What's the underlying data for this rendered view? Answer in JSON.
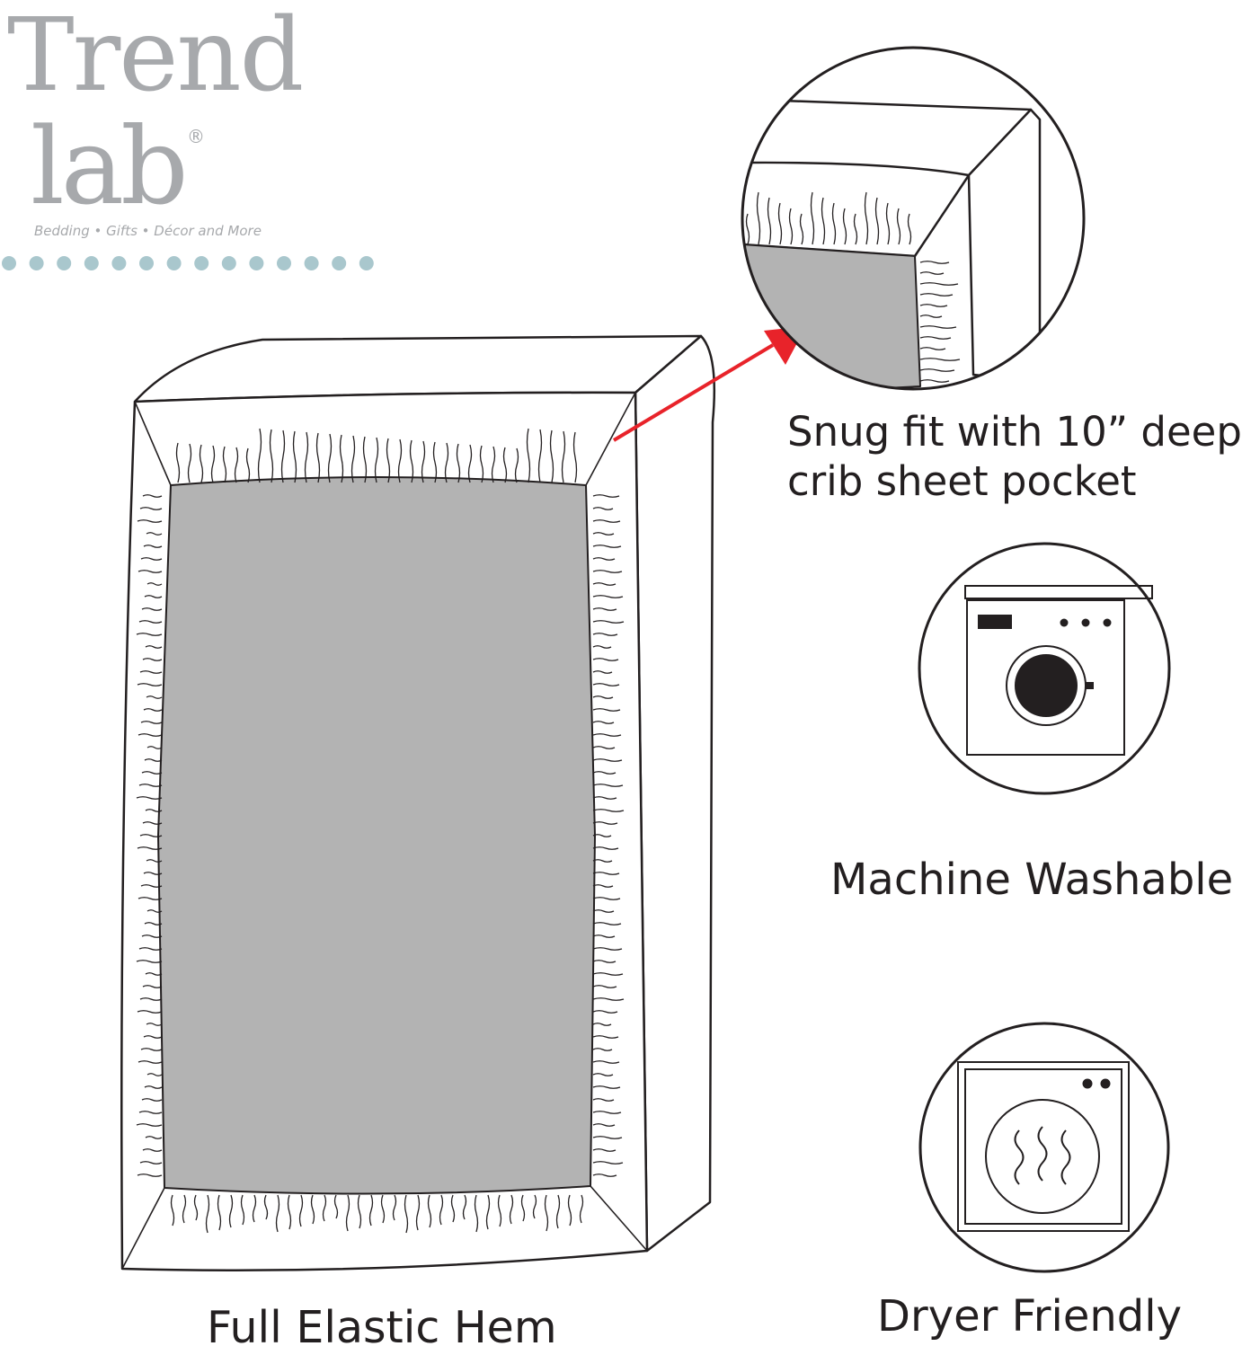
{
  "logo": {
    "line1": "Trend",
    "line2": "lab",
    "registered": "®",
    "tagline": "Bedding • Gifts • Décor and More"
  },
  "features": {
    "snug_fit": {
      "line1": "Snug fit with 10” deep",
      "line2": "crib sheet pocket"
    },
    "machine_washable": "Machine Washable",
    "dryer_friendly": "Dryer Friendly",
    "full_elastic_hem": "Full Elastic Hem"
  },
  "colors": {
    "sheet_gray": "#b3b3b3",
    "outline": "#231f20",
    "arrow_red": "#e8232a",
    "logo_gray": "#a7a9ac",
    "dot_blue": "#a9c7cd"
  },
  "icons": {
    "detail": "sheet-corner-magnified-icon",
    "wash": "washing-machine-icon",
    "dryer": "dryer-icon"
  }
}
